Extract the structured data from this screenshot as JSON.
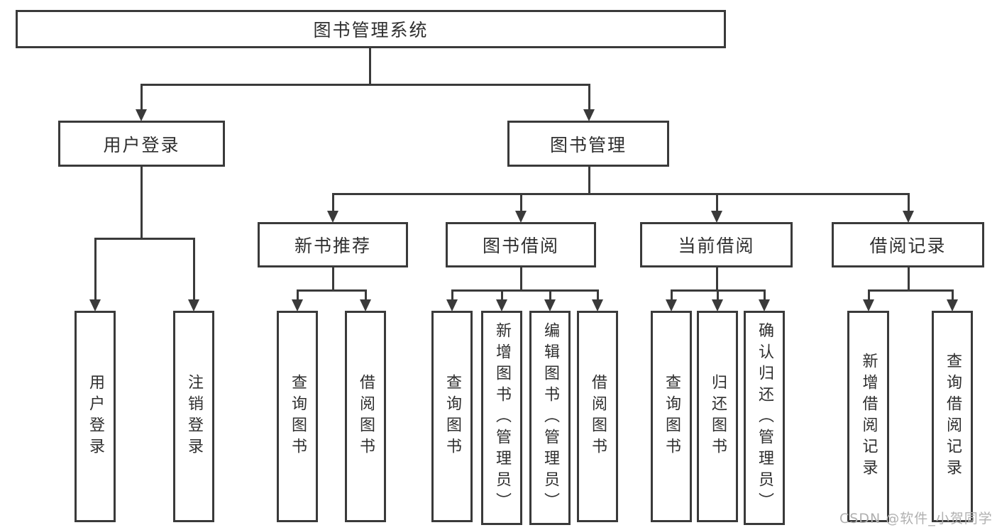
{
  "colors": {
    "line": "#3a3a3a",
    "text": "#2f2f2f",
    "watermark": "#b0b0b0",
    "background": "#ffffff"
  },
  "watermark": {
    "text": "CSDN @软件_小贺同学"
  },
  "diagram": {
    "type": "tree",
    "root": {
      "label": "图书管理系统"
    },
    "level2": [
      {
        "label": "用户登录"
      },
      {
        "label": "图书管理"
      }
    ],
    "level3": [
      {
        "label": "新书推荐",
        "parent": "图书管理"
      },
      {
        "label": "图书借阅",
        "parent": "图书管理"
      },
      {
        "label": "当前借阅",
        "parent": "图书管理"
      },
      {
        "label": "借阅记录",
        "parent": "图书管理"
      }
    ],
    "leaves": [
      {
        "label": "用户登录",
        "parent": "用户登录"
      },
      {
        "label": "注销登录",
        "parent": "用户登录"
      },
      {
        "label": "查询图书",
        "parent": "新书推荐"
      },
      {
        "label": "借阅图书",
        "parent": "新书推荐"
      },
      {
        "label": "查询图书",
        "parent": "图书借阅"
      },
      {
        "label": "新增图书（管理员）",
        "parent": "图书借阅"
      },
      {
        "label": "编辑图书（管理员）",
        "parent": "图书借阅"
      },
      {
        "label": "借阅图书",
        "parent": "图书借阅"
      },
      {
        "label": "查询图书",
        "parent": "当前借阅"
      },
      {
        "label": "归还图书",
        "parent": "当前借阅"
      },
      {
        "label": "确认归还（管理员）",
        "parent": "当前借阅"
      },
      {
        "label": "新增借阅记录",
        "parent": "借阅记录"
      },
      {
        "label": "查询借阅记录",
        "parent": "借阅记录"
      }
    ]
  }
}
